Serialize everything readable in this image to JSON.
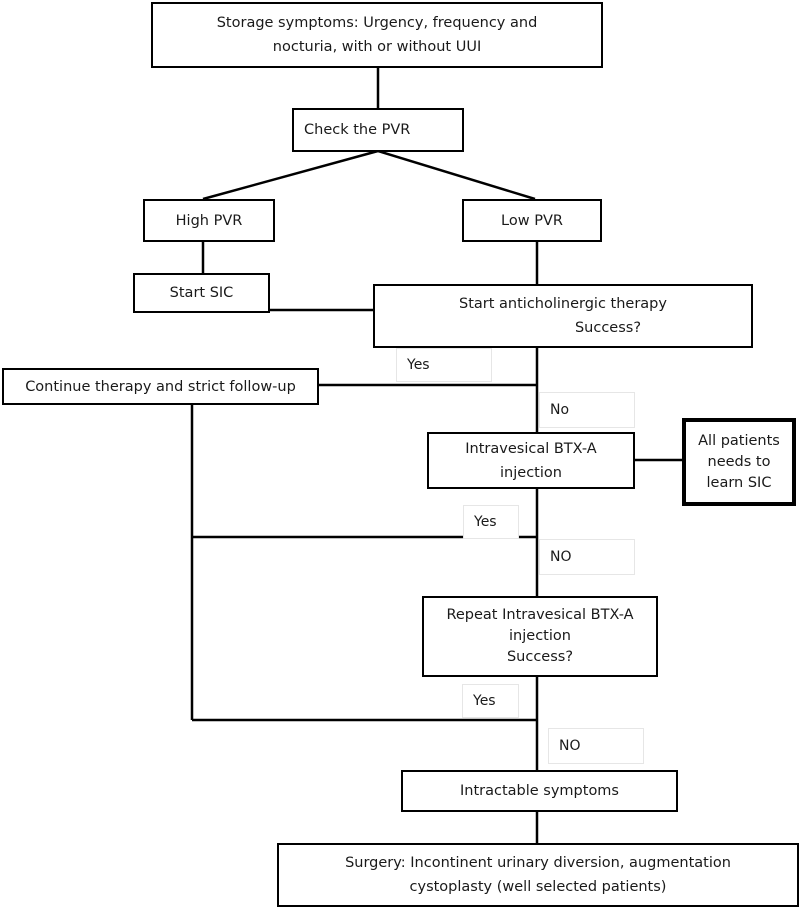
{
  "nodes": {
    "storage": [
      "Storage symptoms: Urgency, frequency and",
      "nocturia, with or without UUI"
    ],
    "check_pvr": "Check the PVR",
    "high_pvr": "High PVR",
    "low_pvr": "Low PVR",
    "start_sic": "Start SIC",
    "anticholinergic": [
      "Start anticholinergic therapy",
      "Success?"
    ],
    "continue": "Continue therapy and strict follow-up",
    "btx": [
      "Intravesical  BTX-A",
      "injection"
    ],
    "learn_sic": [
      "All patients",
      "needs to",
      "learn SIC"
    ],
    "repeat_btx": [
      "Repeat Intravesical  BTX-A",
      "injection",
      "Success?"
    ],
    "intractable": "Intractable symptoms",
    "surgery": [
      "Surgery: Incontinent urinary diversion, augmentation",
      "cystoplasty (well selected patients)"
    ]
  },
  "edge_labels": {
    "yes_1": "Yes",
    "no_1": "No",
    "yes_2": "Yes",
    "no_2": "NO",
    "yes_3": "Yes",
    "no_3": "NO"
  }
}
